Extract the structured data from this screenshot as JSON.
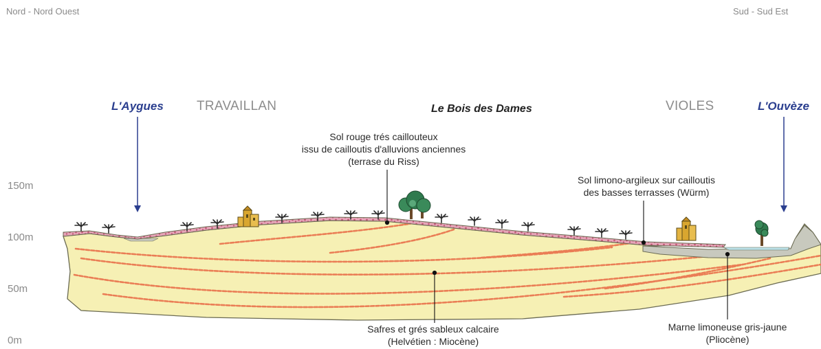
{
  "orientation": {
    "left": "Nord - Nord Ouest",
    "right": "Sud - Sud Est"
  },
  "places": {
    "aygues": "L'Aygues",
    "travaillan": "TRAVAILLAN",
    "bois_des_dames": "Le Bois des Dames",
    "violes": "VIOLES",
    "ouveze": "L'Ouvèze"
  },
  "annotations": {
    "sol_rouge": [
      "Sol rouge trés caillouteux",
      "issu de cailloutis d'alluvions anciennes",
      "(terrase du Riss)"
    ],
    "sol_limono": [
      "Sol limono-argileux sur cailloutis",
      "des basses terrasses (Würm)"
    ],
    "safres": [
      "Safres et grés sableux calcaire",
      "(Helvétien : Miocène)"
    ],
    "marne": [
      "Marne limoneuse gris-jaune",
      "(Pliocène)"
    ]
  },
  "altitudes": [
    "150m",
    "100m",
    "50m",
    "0m"
  ],
  "colors": {
    "safres_fill": "#f6f0b4",
    "safres_stroke": "#6a6a52",
    "sol_rouge": "#e6a5b8",
    "cailloux": "#c25a78",
    "strata_lines": "#ea7d55",
    "marne": "#c8c9be",
    "river_water": "#b9dfe6",
    "arrow": "#2b3f8f"
  }
}
